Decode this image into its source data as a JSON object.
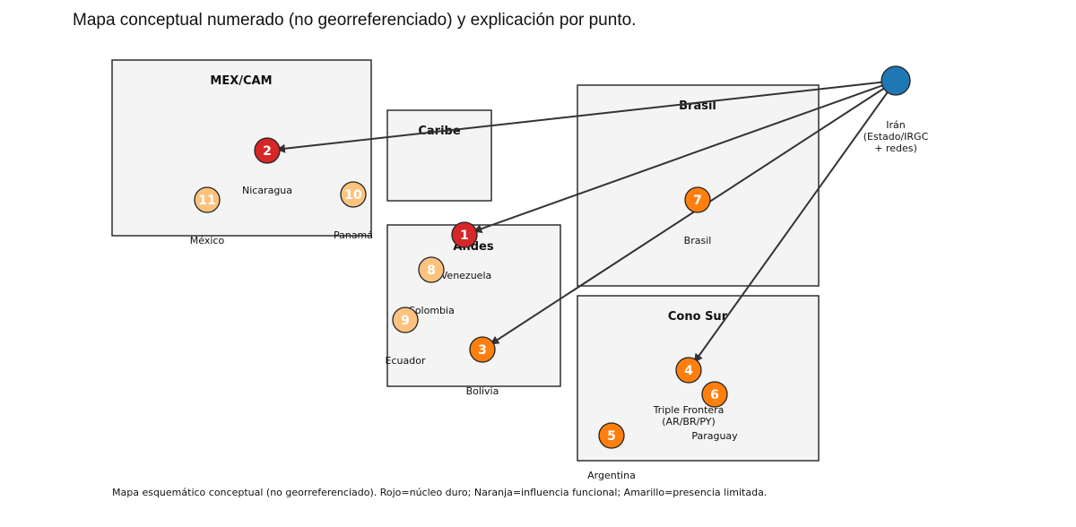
{
  "title": "Mapa conceptual numerado (no georreferenciado) y explicación por punto.",
  "caption": "Mapa esquemático conceptual (no georreferenciado). Rojo=núcleo duro; Naranja=influencia funcional; Amarillo=presencia limitada.",
  "colors": {
    "rojo": "#d62728",
    "naranja": "#ff7f0e",
    "amarillo": "#fdc37e",
    "hub": "#1f77b4"
  },
  "regions": [
    {
      "id": "mexcam",
      "label": "MEX/CAM"
    },
    {
      "id": "caribe",
      "label": "Caribe"
    },
    {
      "id": "andes",
      "label": "Andes"
    },
    {
      "id": "brasil",
      "label": "Brasil"
    },
    {
      "id": "conosur",
      "label": "Cono Sur"
    }
  ],
  "hub": {
    "label_lines": [
      "Irán",
      "(Estado/IRGC",
      "+ redes)"
    ]
  },
  "nodes": [
    {
      "num": "1",
      "category": "rojo"
    },
    {
      "num": "2",
      "category": "rojo"
    },
    {
      "num": "3",
      "category": "naranja"
    },
    {
      "num": "4",
      "category": "naranja"
    },
    {
      "num": "5",
      "category": "naranja"
    },
    {
      "num": "6",
      "category": "naranja"
    },
    {
      "num": "7",
      "category": "naranja"
    },
    {
      "num": "8",
      "category": "amarillo"
    },
    {
      "num": "9",
      "category": "amarillo"
    },
    {
      "num": "10",
      "category": "amarillo"
    },
    {
      "num": "11",
      "category": "amarillo"
    }
  ],
  "place_labels": [
    {
      "id": "nicaragua",
      "lines": [
        "Nicaragua"
      ]
    },
    {
      "id": "mexico",
      "lines": [
        "México"
      ]
    },
    {
      "id": "panama",
      "lines": [
        "Panamá"
      ]
    },
    {
      "id": "venezuela",
      "lines": [
        "Venezuela"
      ]
    },
    {
      "id": "colombia",
      "lines": [
        "Colombia"
      ]
    },
    {
      "id": "ecuador",
      "lines": [
        "Ecuador"
      ]
    },
    {
      "id": "bolivia",
      "lines": [
        "Bolivia"
      ]
    },
    {
      "id": "brasil-place",
      "lines": [
        "Brasil"
      ]
    },
    {
      "id": "triple-frontera",
      "lines": [
        "Triple Frontera",
        "(AR/BR/PY)"
      ]
    },
    {
      "id": "paraguay",
      "lines": [
        "Paraguay"
      ]
    },
    {
      "id": "argentina",
      "lines": [
        "Argentina"
      ]
    }
  ],
  "links": [
    {
      "from": "hub",
      "to": "2"
    },
    {
      "from": "hub",
      "to": "1"
    },
    {
      "from": "hub",
      "to": "3"
    },
    {
      "from": "hub",
      "to": "4"
    }
  ]
}
